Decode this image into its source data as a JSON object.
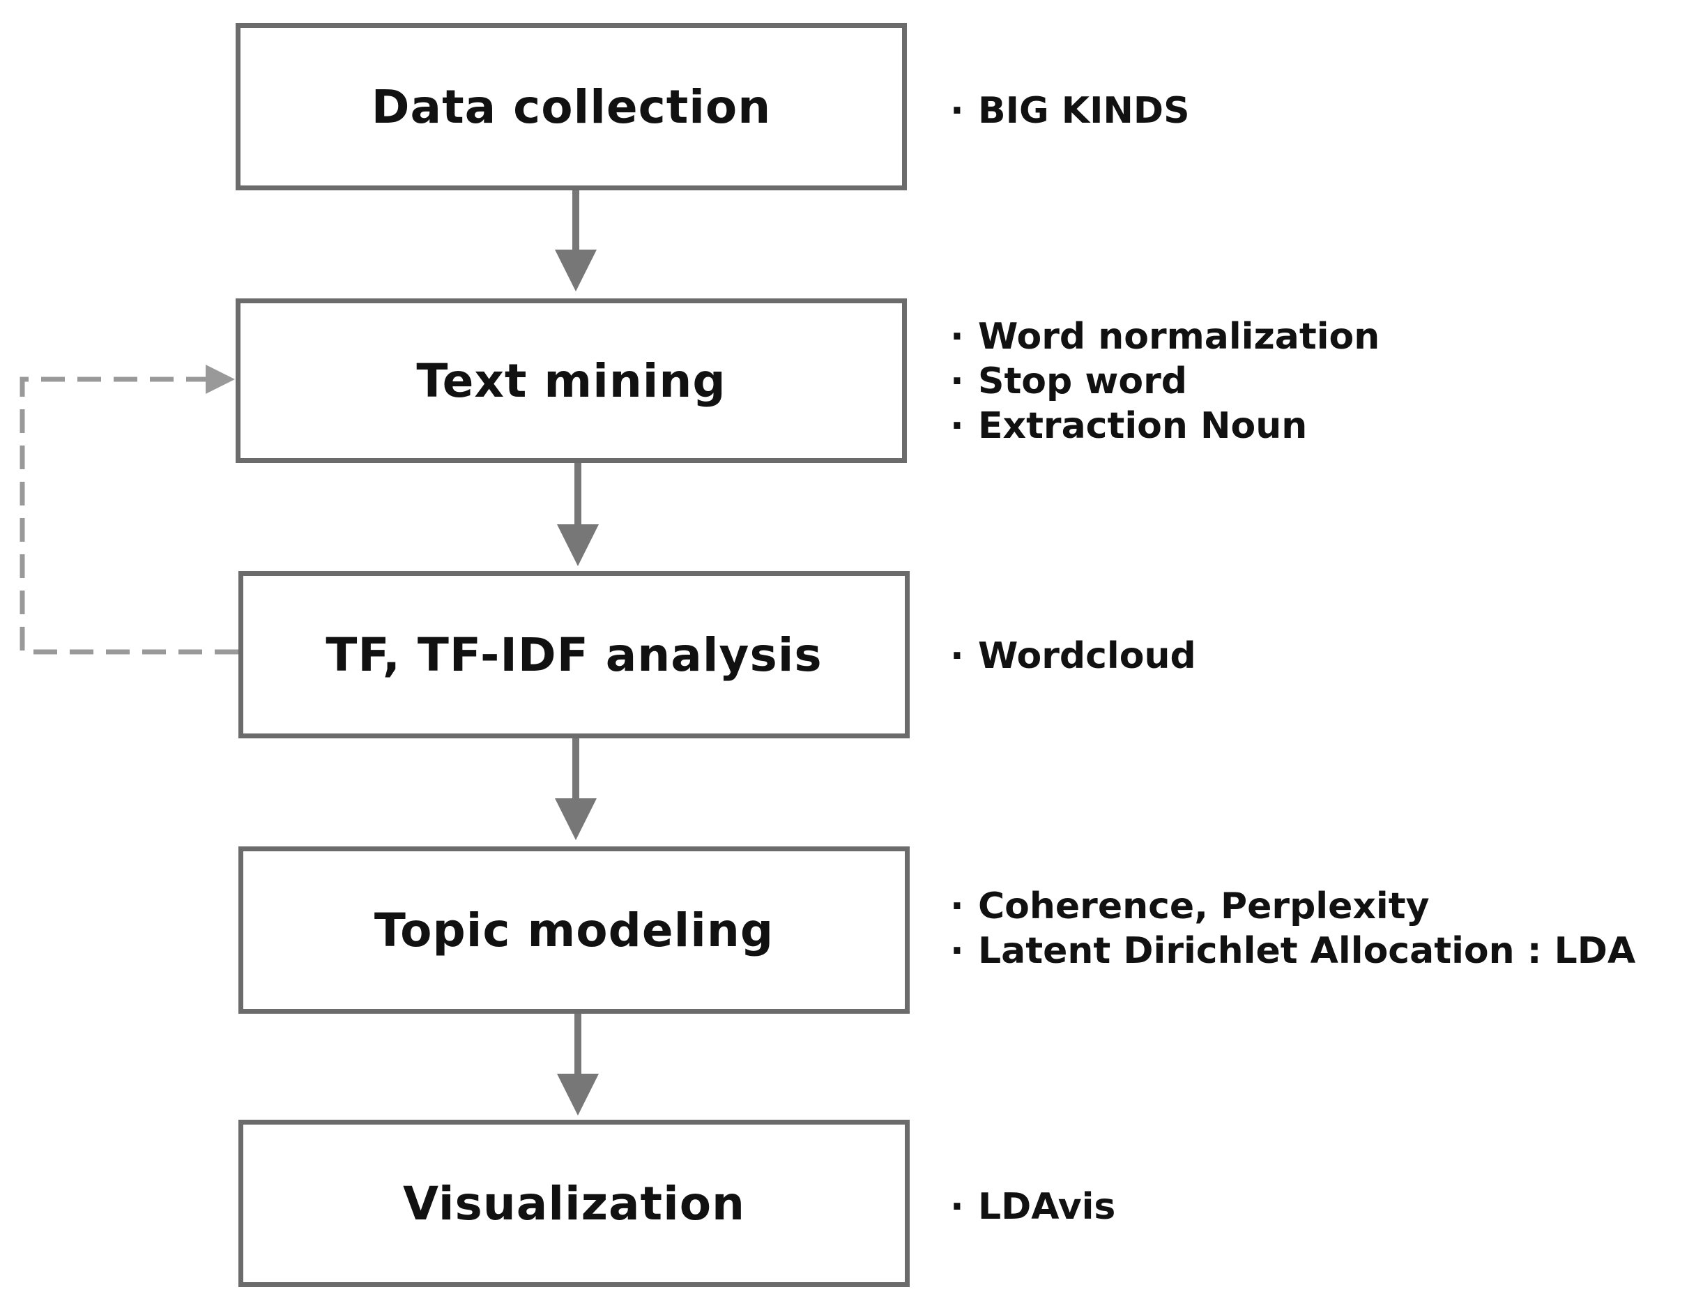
{
  "steps": [
    {
      "label": "Data collection",
      "notes": [
        "BIG KINDS"
      ]
    },
    {
      "label": "Text mining",
      "notes": [
        "Word normalization",
        "Stop word",
        "Extraction Noun"
      ]
    },
    {
      "label": "TF, TF-IDF analysis",
      "notes": [
        "Wordcloud"
      ]
    },
    {
      "label": "Topic modeling",
      "notes": [
        "Coherence, Perplexity",
        "Latent Dirichlet Allocation : LDA"
      ]
    },
    {
      "label": "Visualization",
      "notes": [
        "LDAvis"
      ]
    }
  ],
  "bullet_glyph": "·",
  "colors": {
    "box_border": "#6b6b6b",
    "arrow": "#777777",
    "feedback_arrow": "#999999",
    "text": "#111111"
  }
}
